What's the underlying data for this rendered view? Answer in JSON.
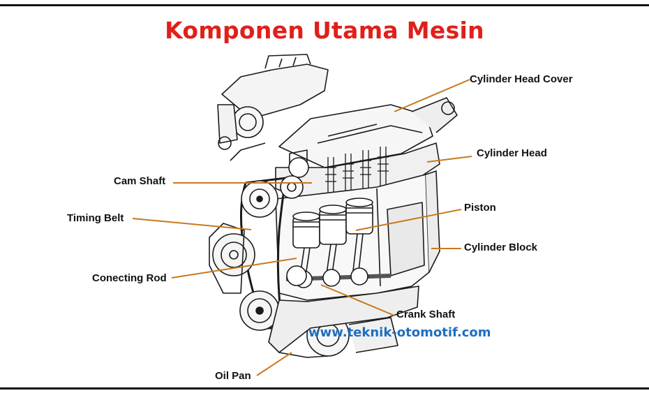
{
  "title": "Komponen Utama Mesin",
  "website": "www.teknik-otomotif.com",
  "colors": {
    "title": "#e0201b",
    "website": "#1f6fbf",
    "leader": "#c9781e",
    "line_art": "#1a1a1a"
  },
  "labels": {
    "cylinder_head_cover": "Cylinder Head Cover",
    "cylinder_head": "Cylinder Head",
    "cam_shaft": "Cam  Shaft",
    "piston": "Piston",
    "timing_belt": "Timing Belt",
    "cylinder_block": "Cylinder Block",
    "conecting_rod": "Conecting Rod",
    "crank_shaft": "Crank Shaft",
    "oil_pan": "Oil Pan"
  },
  "image": {
    "subject": "engine-line-drawing"
  }
}
